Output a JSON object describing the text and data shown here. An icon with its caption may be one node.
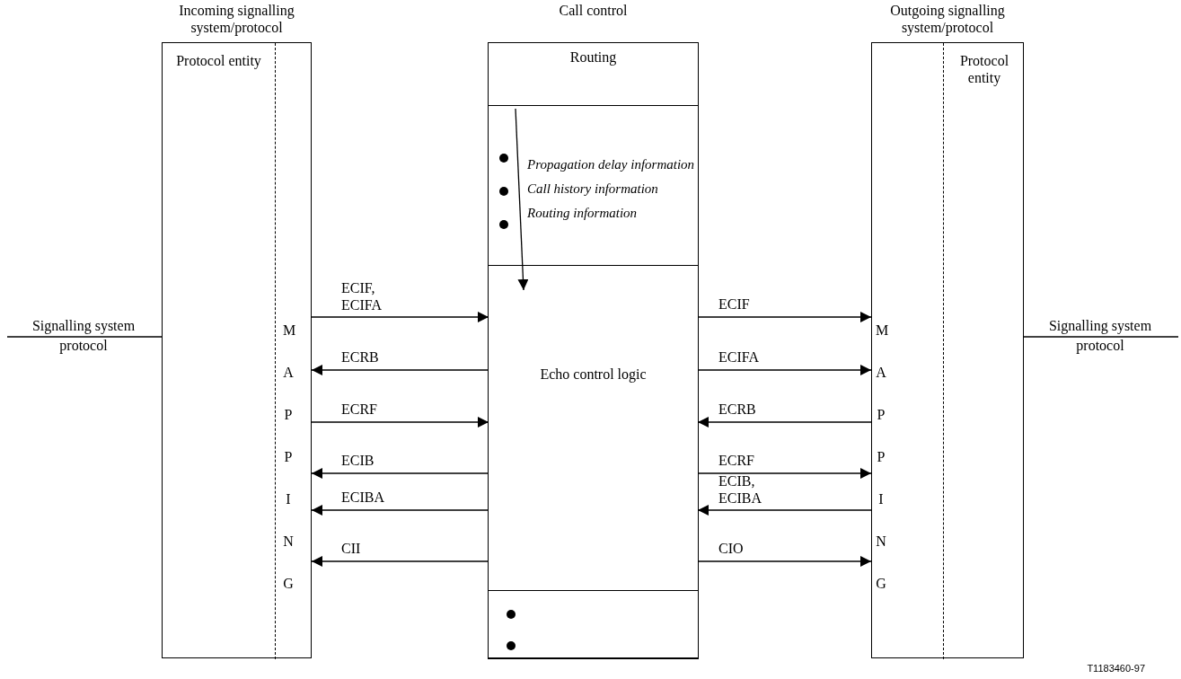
{
  "diagram": {
    "nodes": [
      {
        "text": [
          "Incoming signalling system/protocol"
        ]
      },
      {
        "text": [
          "Protocol entity"
        ],
        "in": 0
      },
      {
        "text": [
          "MAPPING"
        ],
        "in": 0
      },
      {
        "text": [
          "Call control"
        ]
      },
      {
        "text": [
          "Routing"
        ],
        "in": 3
      },
      {
        "text": [
          "Propagation delay information",
          "Call history information",
          "Routing information"
        ],
        "in": 3
      },
      {
        "text": [
          "Echo control logic"
        ],
        "in": 3
      },
      {
        "text": [],
        "shape": "box",
        "in": 3
      },
      {
        "text": [
          "Outgoing signalling system/protocol"
        ]
      },
      {
        "text": [
          "MAPPING"
        ],
        "in": 8
      },
      {
        "text": [
          "Protocol entity"
        ],
        "in": 8
      },
      {
        "text": [
          "Signalling system protocol"
        ]
      },
      {
        "text": [
          "Signalling system protocol"
        ]
      }
    ],
    "edges": [
      {
        "from": 11,
        "to": 0,
        "arrow": "none"
      },
      {
        "from": 5,
        "to": 6,
        "arrow": "to"
      },
      {
        "from": 2,
        "to": 6,
        "arrow": "to",
        "label": "ECIF, ECIFA"
      },
      {
        "from": 6,
        "to": 2,
        "arrow": "to",
        "label": "ECRB"
      },
      {
        "from": 2,
        "to": 6,
        "arrow": "to",
        "label": "ECRF"
      },
      {
        "from": 6,
        "to": 2,
        "arrow": "to",
        "label": "ECIB"
      },
      {
        "from": 6,
        "to": 2,
        "arrow": "to",
        "label": "ECIBA"
      },
      {
        "from": 6,
        "to": 2,
        "arrow": "to",
        "label": "CII"
      },
      {
        "from": 6,
        "to": 9,
        "arrow": "to",
        "label": "ECIF"
      },
      {
        "from": 6,
        "to": 9,
        "arrow": "to",
        "label": "ECIFA"
      },
      {
        "from": 9,
        "to": 6,
        "arrow": "to",
        "label": "ECRB"
      },
      {
        "from": 6,
        "to": 9,
        "arrow": "to",
        "label": "ECRF"
      },
      {
        "from": 9,
        "to": 6,
        "arrow": "to",
        "label": "ECIB, ECIBA"
      },
      {
        "from": 6,
        "to": 9,
        "arrow": "to",
        "label": "CIO"
      },
      {
        "from": 8,
        "to": 12,
        "arrow": "none"
      }
    ],
    "labels": [
      "T1183460-97"
    ]
  }
}
